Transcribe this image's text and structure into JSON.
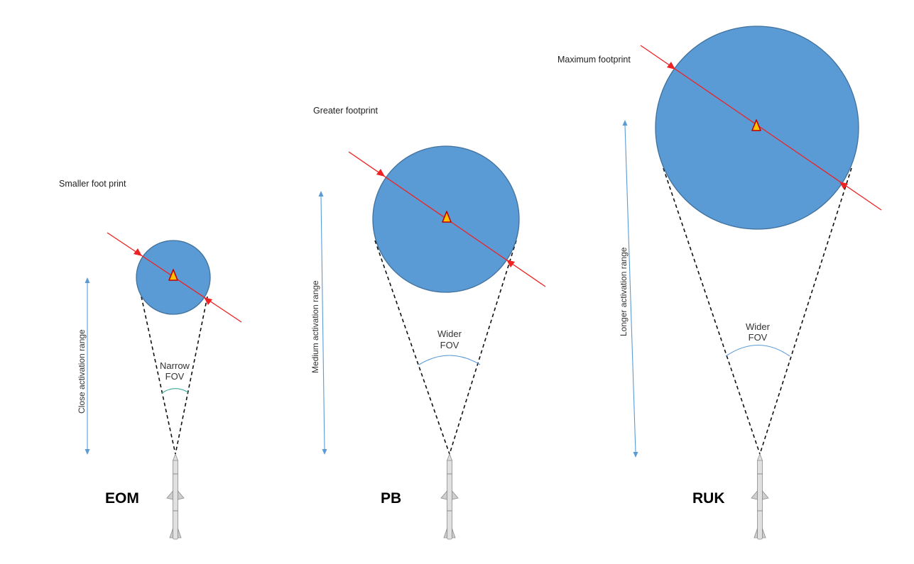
{
  "panels": [
    {
      "id": "eom",
      "mode_label": "EOM",
      "footprint_caption": "Smaller foot print",
      "fov_line1": "Narrow",
      "fov_line2": "FOV",
      "range_label": "Close activation range"
    },
    {
      "id": "pb",
      "mode_label": "PB",
      "footprint_caption": "Greater footprint",
      "fov_line1": "Wider",
      "fov_line2": "FOV",
      "range_label": "Medium activation range"
    },
    {
      "id": "ruk",
      "mode_label": "RUK",
      "footprint_caption": "Maximum footprint",
      "fov_line1": "Wider",
      "fov_line2": "FOV",
      "range_label": "Longer activation range"
    }
  ],
  "colors": {
    "footprint_fill": "#5b9bd5",
    "trajectory": "#ee2222",
    "target_fill": "#ffc000",
    "target_outline": "#c00000",
    "range_arrow": "#5b9bd5"
  },
  "icons": {
    "target": "target-triangle-icon",
    "missile": "missile-icon"
  }
}
